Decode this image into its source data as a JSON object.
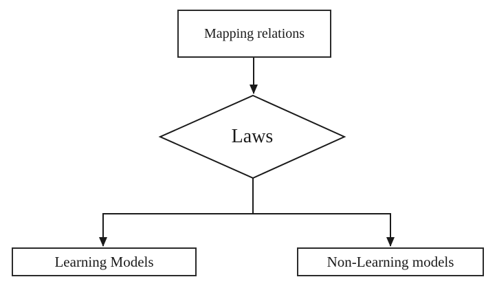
{
  "diagram": {
    "type": "flowchart",
    "nodes": {
      "root": {
        "label": "Mapping relations",
        "shape": "rectangle"
      },
      "decision": {
        "label": "Laws",
        "shape": "diamond"
      },
      "left_leaf": {
        "label": "Learning Models",
        "shape": "rectangle"
      },
      "right_leaf": {
        "label": "Non-Learning models",
        "shape": "rectangle"
      }
    },
    "edges": [
      {
        "from": "root",
        "to": "decision",
        "arrow": "down"
      },
      {
        "from": "decision",
        "to": "left_leaf",
        "arrow": "down"
      },
      {
        "from": "decision",
        "to": "right_leaf",
        "arrow": "down"
      }
    ],
    "colors": {
      "line": "#1a1a1a",
      "border": "#2a2a2a",
      "background": "#ffffff",
      "text": "#1a1a1a"
    }
  }
}
